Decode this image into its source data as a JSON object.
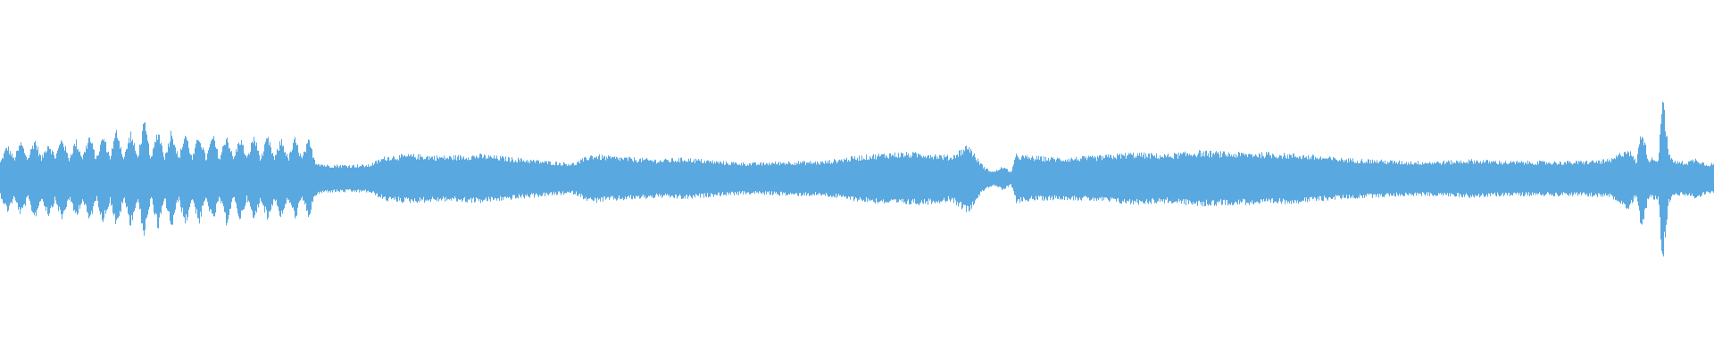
{
  "waveform": {
    "color": "#5aa8e0",
    "background": "#ffffff",
    "envelope": [
      [
        0.0,
        0.1
      ],
      [
        0.004,
        0.2
      ],
      [
        0.008,
        0.12
      ],
      [
        0.012,
        0.22
      ],
      [
        0.016,
        0.12
      ],
      [
        0.02,
        0.24
      ],
      [
        0.024,
        0.12
      ],
      [
        0.028,
        0.22
      ],
      [
        0.032,
        0.13
      ],
      [
        0.036,
        0.25
      ],
      [
        0.04,
        0.12
      ],
      [
        0.044,
        0.23
      ],
      [
        0.048,
        0.13
      ],
      [
        0.052,
        0.26
      ],
      [
        0.056,
        0.12
      ],
      [
        0.06,
        0.26
      ],
      [
        0.064,
        0.13
      ],
      [
        0.068,
        0.3
      ],
      [
        0.072,
        0.12
      ],
      [
        0.076,
        0.28
      ],
      [
        0.08,
        0.13
      ],
      [
        0.084,
        0.34
      ],
      [
        0.088,
        0.12
      ],
      [
        0.092,
        0.3
      ],
      [
        0.096,
        0.13
      ],
      [
        0.1,
        0.3
      ],
      [
        0.104,
        0.12
      ],
      [
        0.108,
        0.28
      ],
      [
        0.112,
        0.12
      ],
      [
        0.116,
        0.27
      ],
      [
        0.12,
        0.12
      ],
      [
        0.124,
        0.26
      ],
      [
        0.128,
        0.12
      ],
      [
        0.132,
        0.27
      ],
      [
        0.136,
        0.12
      ],
      [
        0.14,
        0.25
      ],
      [
        0.144,
        0.12
      ],
      [
        0.148,
        0.26
      ],
      [
        0.152,
        0.12
      ],
      [
        0.156,
        0.25
      ],
      [
        0.16,
        0.12
      ],
      [
        0.164,
        0.24
      ],
      [
        0.168,
        0.12
      ],
      [
        0.172,
        0.24
      ],
      [
        0.176,
        0.12
      ],
      [
        0.18,
        0.23
      ],
      [
        0.184,
        0.1
      ],
      [
        0.19,
        0.08
      ],
      [
        0.2,
        0.08
      ],
      [
        0.215,
        0.08
      ],
      [
        0.225,
        0.13
      ],
      [
        0.24,
        0.14
      ],
      [
        0.26,
        0.13
      ],
      [
        0.28,
        0.14
      ],
      [
        0.3,
        0.12
      ],
      [
        0.32,
        0.1
      ],
      [
        0.335,
        0.09
      ],
      [
        0.345,
        0.14
      ],
      [
        0.355,
        0.13
      ],
      [
        0.37,
        0.12
      ],
      [
        0.385,
        0.11
      ],
      [
        0.4,
        0.12
      ],
      [
        0.42,
        0.1
      ],
      [
        0.44,
        0.09
      ],
      [
        0.46,
        0.1
      ],
      [
        0.48,
        0.1
      ],
      [
        0.5,
        0.13
      ],
      [
        0.52,
        0.15
      ],
      [
        0.54,
        0.15
      ],
      [
        0.555,
        0.13
      ],
      [
        0.565,
        0.2
      ],
      [
        0.57,
        0.12
      ],
      [
        0.575,
        0.06
      ],
      [
        0.58,
        0.04
      ],
      [
        0.585,
        0.07
      ],
      [
        0.59,
        0.04
      ],
      [
        0.593,
        0.14
      ],
      [
        0.6,
        0.13
      ],
      [
        0.62,
        0.12
      ],
      [
        0.64,
        0.13
      ],
      [
        0.66,
        0.15
      ],
      [
        0.68,
        0.14
      ],
      [
        0.7,
        0.16
      ],
      [
        0.72,
        0.15
      ],
      [
        0.74,
        0.15
      ],
      [
        0.76,
        0.14
      ],
      [
        0.78,
        0.12
      ],
      [
        0.8,
        0.11
      ],
      [
        0.82,
        0.1
      ],
      [
        0.84,
        0.1
      ],
      [
        0.86,
        0.11
      ],
      [
        0.88,
        0.1
      ],
      [
        0.9,
        0.1
      ],
      [
        0.92,
        0.1
      ],
      [
        0.94,
        0.11
      ],
      [
        0.95,
        0.18
      ],
      [
        0.955,
        0.1
      ],
      [
        0.958,
        0.3
      ],
      [
        0.962,
        0.12
      ],
      [
        0.968,
        0.12
      ],
      [
        0.97,
        0.52
      ],
      [
        0.974,
        0.14
      ],
      [
        0.978,
        0.1
      ],
      [
        0.985,
        0.1
      ],
      [
        0.99,
        0.12
      ],
      [
        0.995,
        0.09
      ],
      [
        1.0,
        0.09
      ]
    ]
  }
}
